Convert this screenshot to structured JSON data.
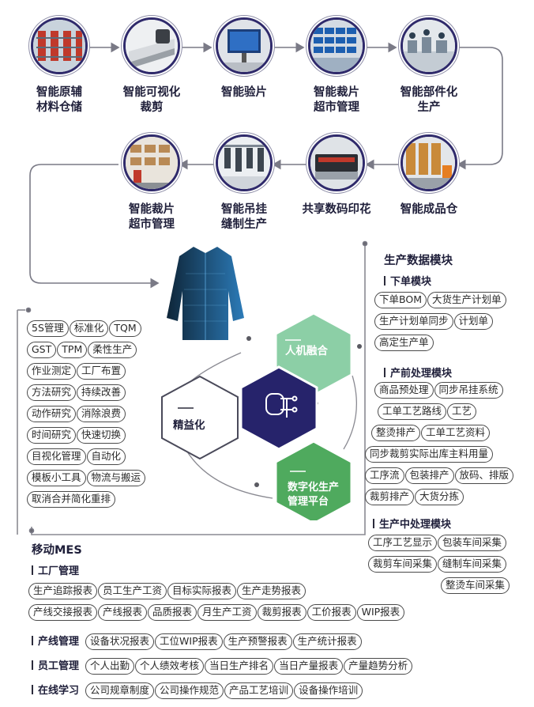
{
  "flow": {
    "row1": [
      {
        "label_line1": "智能原辅",
        "label_line2": "材料仓储",
        "icon": "warehouse-shelves-photo"
      },
      {
        "label_line1": "智能可视化",
        "label_line2": "裁剪",
        "icon": "cutting-machine-photo"
      },
      {
        "label_line1": "智能验片",
        "label_line2": "",
        "icon": "inspection-screen-photo"
      },
      {
        "label_line1": "智能裁片",
        "label_line2": "超市管理",
        "icon": "blue-bin-racks-photo"
      },
      {
        "label_line1": "智能部件化",
        "label_line2": "生产",
        "icon": "production-line-photo"
      }
    ],
    "row2": [
      {
        "label_line1": "智能裁片",
        "label_line2": "超市管理",
        "icon": "storage-racks-photo"
      },
      {
        "label_line1": "智能吊挂",
        "label_line2": "缝制生产",
        "icon": "hanging-system-photo"
      },
      {
        "label_line1": "共享数码印花",
        "label_line2": "",
        "icon": "digital-printer-photo"
      },
      {
        "label_line1": "智能成品仓",
        "label_line2": "",
        "icon": "finished-goods-photo"
      }
    ]
  },
  "hexes": {
    "top": "人机融合",
    "left": "精益化",
    "center_icon": "ai-brain-icon",
    "bottom_line1": "数字化生产",
    "bottom_line2": "管理平台"
  },
  "lean_tags": [
    [
      "5S管理",
      "标准化",
      "TQM"
    ],
    [
      "GST",
      "TPM",
      "柔性生产"
    ],
    [
      "作业测定",
      "工厂布置"
    ],
    [
      "方法研究",
      "持续改善"
    ],
    [
      "动作研究",
      "消除浪费"
    ],
    [
      "时间研究",
      "快速切换"
    ],
    [
      "目视化管理",
      "自动化"
    ],
    [
      "模板小工具",
      "物流与搬运"
    ],
    [
      "取消合并简化重排"
    ]
  ],
  "data_module": {
    "title": "生产数据模块",
    "order": {
      "title": "下单模块",
      "rows": [
        [
          "下单BOM",
          "大货生产计划单"
        ],
        [
          "生产计划单同步",
          "计划单"
        ],
        [
          "高定生产单"
        ]
      ]
    },
    "pre": {
      "title": "产前处理模块",
      "rows": [
        [
          "商品预处理",
          "同步吊挂系统"
        ],
        [
          "工单工艺路线",
          "工艺"
        ],
        [
          "整烫排产",
          "工单工艺资料"
        ],
        [
          "同步裁剪实际出库主料用量"
        ],
        [
          "工序流",
          "包装排产",
          "放码、排版"
        ],
        [
          "裁剪排产",
          "大货分拣"
        ]
      ]
    },
    "mid": {
      "title": "生产中处理模块",
      "rows": [
        [
          "工序工艺显示",
          "包装车间采集"
        ],
        [
          "裁剪车间采集",
          "缝制车间采集"
        ],
        [
          "整烫车间采集"
        ]
      ]
    }
  },
  "mes": {
    "title": "移动MES",
    "factory": {
      "title": "工厂管理",
      "rows": [
        [
          "生产追踪报表",
          "员工生产工资",
          "目标实际报表",
          "生产走势报表"
        ],
        [
          "产线交接报表",
          "产线报表",
          "品质报表",
          "月生产工资",
          "裁剪报表",
          "工价报表",
          "WIP报表"
        ]
      ]
    },
    "line": {
      "title": "产线管理",
      "tags": [
        "设备状况报表",
        "工位WIP报表",
        "生产预警报表",
        "生产统计报表"
      ]
    },
    "staff": {
      "title": "员工管理",
      "tags": [
        "个人出勤",
        "个人绩效考核",
        "当日生产排名",
        "当日产量报表",
        "产量趋势分析"
      ]
    },
    "learn": {
      "title": "在线学习",
      "tags": [
        "公司规章制度",
        "公司操作规范",
        "产品工艺培训",
        "设备操作培训"
      ]
    }
  }
}
